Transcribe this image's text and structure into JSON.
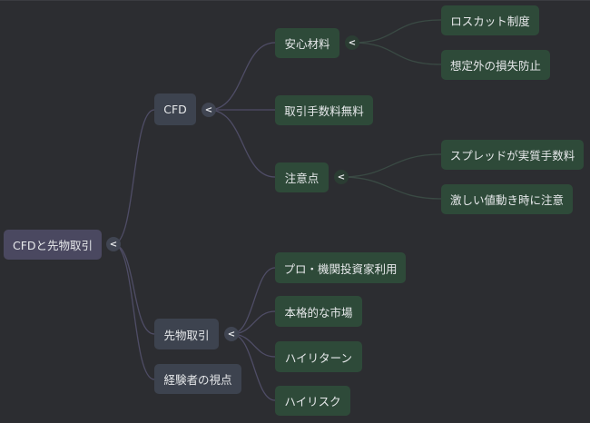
{
  "root": {
    "label": "CFDと先物取引"
  },
  "toggle_glyph": "<",
  "branches": {
    "cfd": {
      "label": "CFD",
      "children": {
        "anshin": {
          "label": "安心材料",
          "children": [
            "ロスカット制度",
            "想定外の損失防止"
          ]
        },
        "fee": {
          "label": "取引手数料無料"
        },
        "caution": {
          "label": "注意点",
          "children": [
            "スプレッドが実質手数料",
            "激しい値動き時に注意"
          ]
        }
      }
    },
    "futures": {
      "label": "先物取引",
      "children": [
        "プロ・機関投資家利用",
        "本格的な市場",
        "ハイリターン",
        "ハイリスク"
      ]
    },
    "experience": {
      "label": "経験者の視点"
    }
  },
  "colors": {
    "background": "#2c2d31",
    "root": "#4a4860",
    "level1": "#3d434f",
    "leaf": "#2e4a39",
    "edge": "#4f4d66",
    "edge_green": "#3a4a44"
  }
}
